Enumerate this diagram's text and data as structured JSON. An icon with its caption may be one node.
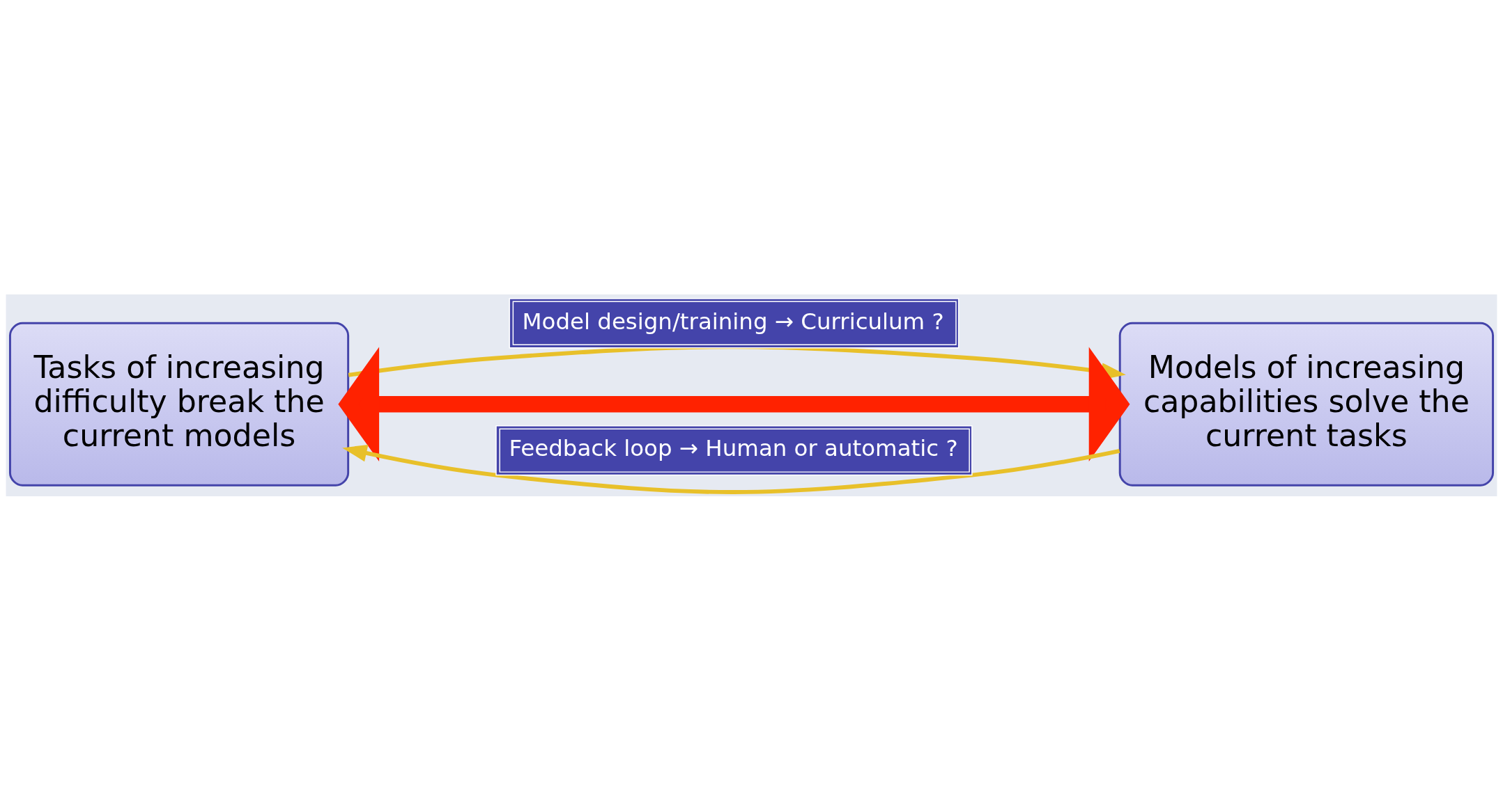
{
  "diagram": {
    "nodes": [
      {
        "text": [
          "Tasks of increasing difficulty break the current models"
        ]
      },
      {
        "text": [
          "Models of increasing capabilities solve the current tasks"
        ]
      }
    ],
    "edges": [
      {
        "from": 0,
        "to": 1,
        "arrow": "to",
        "label": "Model design/training → Curriculum ?"
      },
      {
        "from": 0,
        "to": 1,
        "arrow": "both",
        "style": "thick",
        "color": "#ff2200"
      },
      {
        "from": 1,
        "to": 0,
        "arrow": "to",
        "label": "Feedback loop → Human or automatic ?"
      }
    ]
  }
}
